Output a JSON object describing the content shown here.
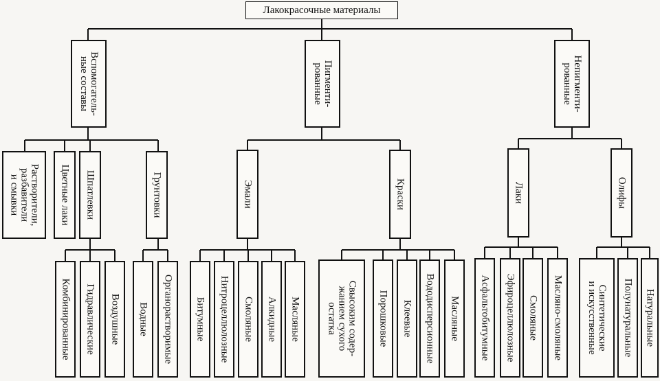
{
  "title": "Лакокрасочные материалы",
  "groups": [
    {
      "label": "Вспомогатель-\nные составы",
      "children": [
        {
          "label": "Растворители,\nразбавители\nи смывки",
          "children": []
        },
        {
          "label": "Цветные лаки",
          "children": []
        },
        {
          "label": "Шпатлевки",
          "children": [
            "Комбинированные",
            "Гидравлические",
            "Воздушные"
          ]
        },
        {
          "label": "Грунтовки",
          "children": [
            "Водные",
            "Органорастворимые"
          ]
        }
      ]
    },
    {
      "label": "Пигменти-\nрованные",
      "children": [
        {
          "label": "Эмали",
          "children": [
            "Битумные",
            "Нитроцеллюлозные",
            "Смоляные",
            "Алкидные",
            "Масляные"
          ]
        },
        {
          "label": "Краски",
          "children": [
            "Свысоким содер-\nжанием сухого\nостатка",
            "Порошковые",
            "Клеевые",
            "Вододисперсионные",
            "Масляные"
          ]
        }
      ]
    },
    {
      "label": "Непигменти-\nрованные",
      "children": [
        {
          "label": "Лаки",
          "children": [
            "Асфальтобитумные",
            "Эфироцеллюлозные",
            "Смоляные",
            "Масляно-смоляные"
          ]
        },
        {
          "label": "Олифы",
          "children": [
            "Синтетические\nи искусственные",
            "Полунатуральные",
            "Натуральные"
          ]
        }
      ]
    }
  ]
}
